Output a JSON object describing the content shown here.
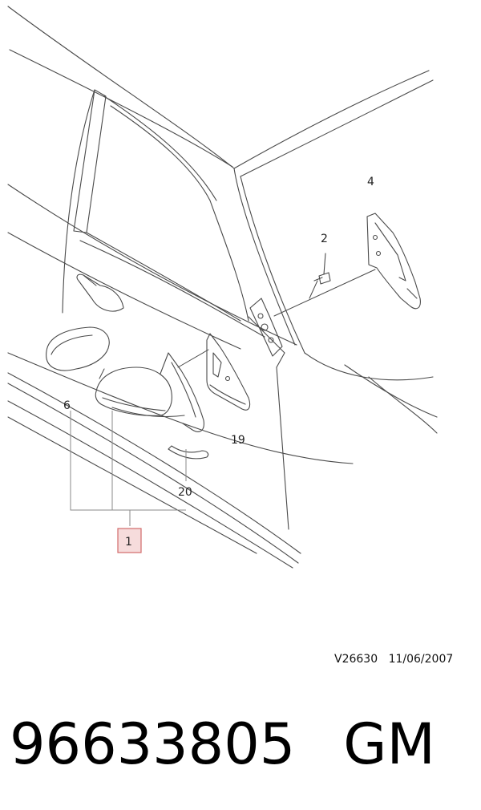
{
  "diagram": {
    "callouts": {
      "c1": "1",
      "c2": "2",
      "c4": "4",
      "c6": "6",
      "c19": "19",
      "c20": "20"
    },
    "colors": {
      "line": "#4a4a4a",
      "leader": "#8a8a8a",
      "highlight_fill": "#f6dcdc",
      "highlight_stroke": "#d36a6a"
    }
  },
  "reference": {
    "code": "V26630",
    "date": "11/06/2007"
  },
  "footer": {
    "part_number": "96633805",
    "brand": "GM"
  }
}
